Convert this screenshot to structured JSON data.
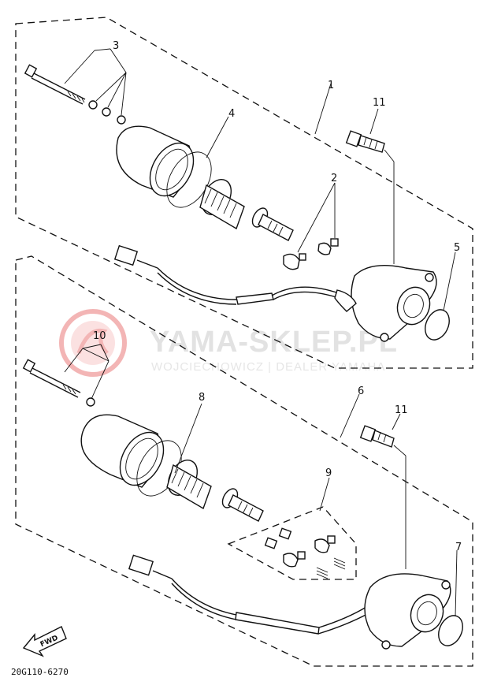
{
  "callouts": {
    "c1": "1",
    "c2": "2",
    "c3": "3",
    "c4": "4",
    "c5": "5",
    "c6": "6",
    "c7": "7",
    "c8": "8",
    "c9": "9",
    "c10": "10",
    "c11a": "11",
    "c11b": "11"
  },
  "diagram_code": "20G110-6270",
  "fwd_label": "FWD",
  "watermark": {
    "title": "YAMA-SKLEP.PL",
    "subtitle": "WOJCIECHOWICZ | DEALER YAMAHA"
  },
  "colors": {
    "line": "#111111",
    "watermark_logo": "#f3b5b5",
    "watermark_text": "#e2e2e2"
  }
}
